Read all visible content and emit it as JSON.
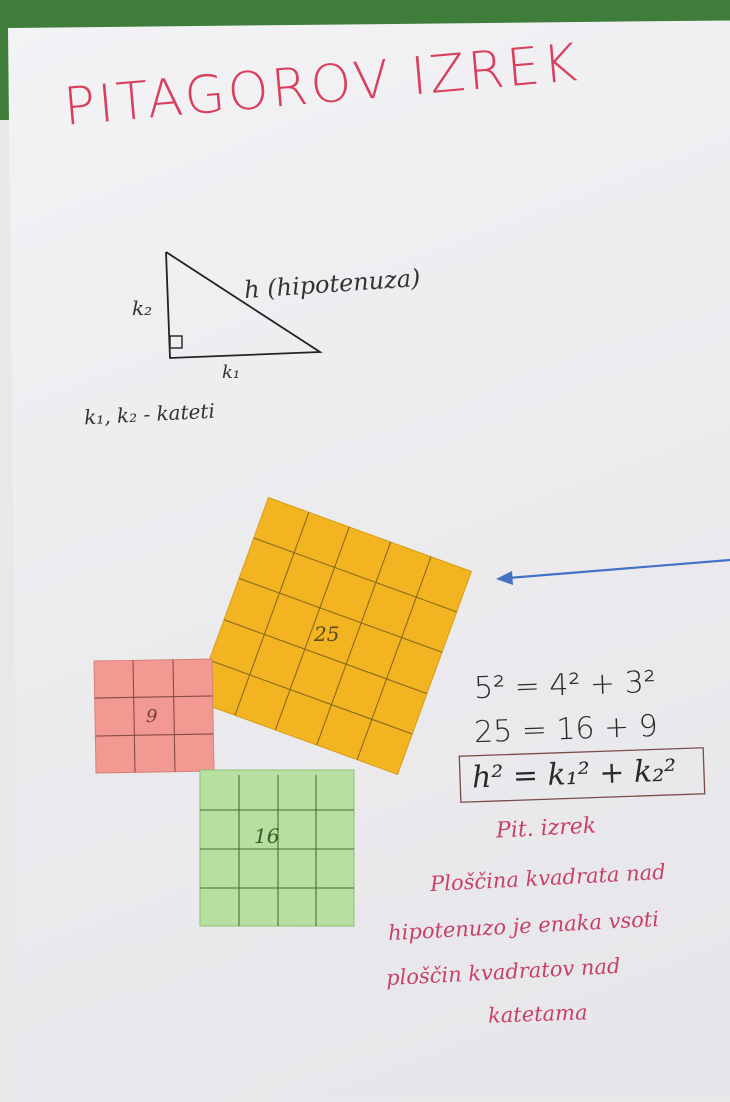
{
  "title": "PITAGOROV IZREK",
  "diagram": {
    "hypotenuse_label": "h (hipotenuza)",
    "k2": "k₂",
    "k1": "k₁",
    "legs_note": "k₁, k₂ - kateti"
  },
  "squares": {
    "large": "25",
    "small": "9",
    "medium": "16"
  },
  "equations": {
    "line1": "5² = 4² + 3²",
    "line2": "25 = 16 + 9",
    "line3": "h² = k₁² + k₂²"
  },
  "statement": {
    "heading": "Pit. izrek",
    "line1": "Ploščina kvadrata nad",
    "line2": "hipotenuzo je enaka vsoti",
    "line3": "ploščin kvadratov nad",
    "line4": "katetama"
  },
  "colors": {
    "yellow": "#f2b420",
    "pink": "#f29a92",
    "green": "#b7e0a0",
    "arrow": "#4472c4",
    "title": "#d8405e"
  }
}
